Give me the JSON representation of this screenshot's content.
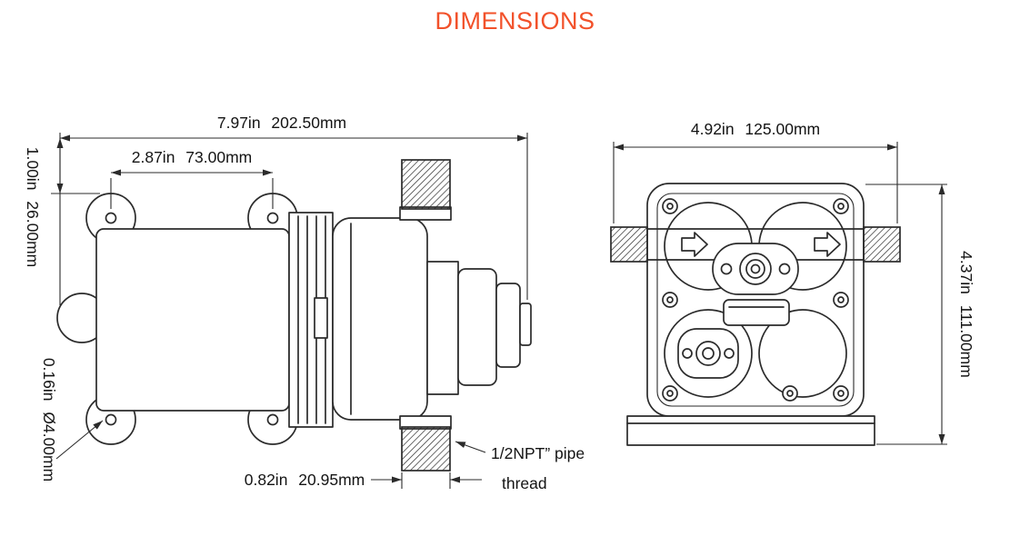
{
  "title": "DIMENSIONS",
  "colors": {
    "accent": "#f2512a",
    "line": "#2b2b2b"
  },
  "side_view": {
    "dim_overall_length": "7.97in 202.50mm",
    "dim_motor_mount_spacing": "2.87in 73.00mm",
    "dim_foot_height": "1.00in 26.00mm",
    "dim_mount_hole": "0.16in Ø4.00mm",
    "dim_port_length": "0.82in 20.95mm",
    "thread_note_line1": "1/2NPT” pipe",
    "thread_note_line2": "thread"
  },
  "front_view": {
    "dim_width": "4.92in 125.00mm",
    "dim_height": "4.37in 111.00mm"
  }
}
